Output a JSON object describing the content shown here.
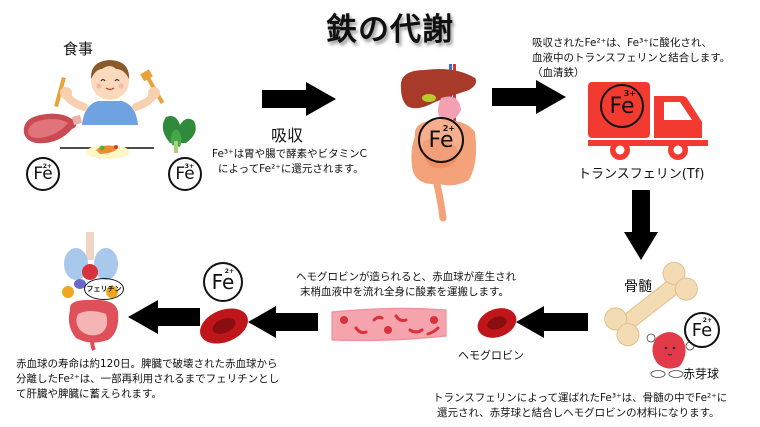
{
  "title": "鉄の代謝",
  "stages": {
    "meal": {
      "label": "食事",
      "heme_iron": {
        "symbol": "Fe",
        "charge": "2+"
      },
      "nonheme_iron": {
        "symbol": "Fe",
        "charge": "3+"
      }
    },
    "absorption": {
      "label": "吸収",
      "description_lines": [
        "Fe³⁺は胃や腸で酵素やビタミンC",
        "によってFe²⁺に還元されます。"
      ],
      "iron": {
        "symbol": "Fe",
        "charge": "2+"
      }
    },
    "transport": {
      "description_lines": [
        "吸収されたFe²⁺は、Fe³⁺に酸化され、",
        "血液中のトランスフェリンと結合します。",
        "（血清鉄）"
      ],
      "label": "トランスフェリン(Tf)",
      "iron": {
        "symbol": "Fe",
        "charge": "3+"
      }
    },
    "bone_marrow": {
      "label": "骨髄",
      "erythroblast_label": "赤芽球",
      "iron": {
        "symbol": "Fe",
        "charge": "2+"
      },
      "description_lines": [
        "トランスフェリンによって運ばれたFe³⁺は、骨髄の中でFe²⁺に",
        "還元され、赤芽球と結合しヘモグロビンの材料になります。"
      ]
    },
    "hemoglobin": {
      "label": "ヘモグロビン",
      "description_lines": [
        "ヘモグロビンが造られると、赤血球が産生され",
        "末梢血液中を流れ全身に酸素を運搬します。"
      ]
    },
    "recycling": {
      "iron": {
        "symbol": "Fe",
        "charge": "2+"
      }
    },
    "storage": {
      "ferritin_label": "フェリチン",
      "description_lines": [
        "赤血球の寿命は約120日。脾臓で破壊された赤血球から",
        "分離したFe²⁺は、一部再利用されるまでフェリチンとし",
        "て肝臓や脾臓に蓄えられます。"
      ]
    }
  },
  "colors": {
    "arrow": "#000000",
    "truck": "#f23a30",
    "blood_cell": "#c0161b",
    "vessel": "#f5a3ad",
    "bone": "#f3dcb4"
  }
}
